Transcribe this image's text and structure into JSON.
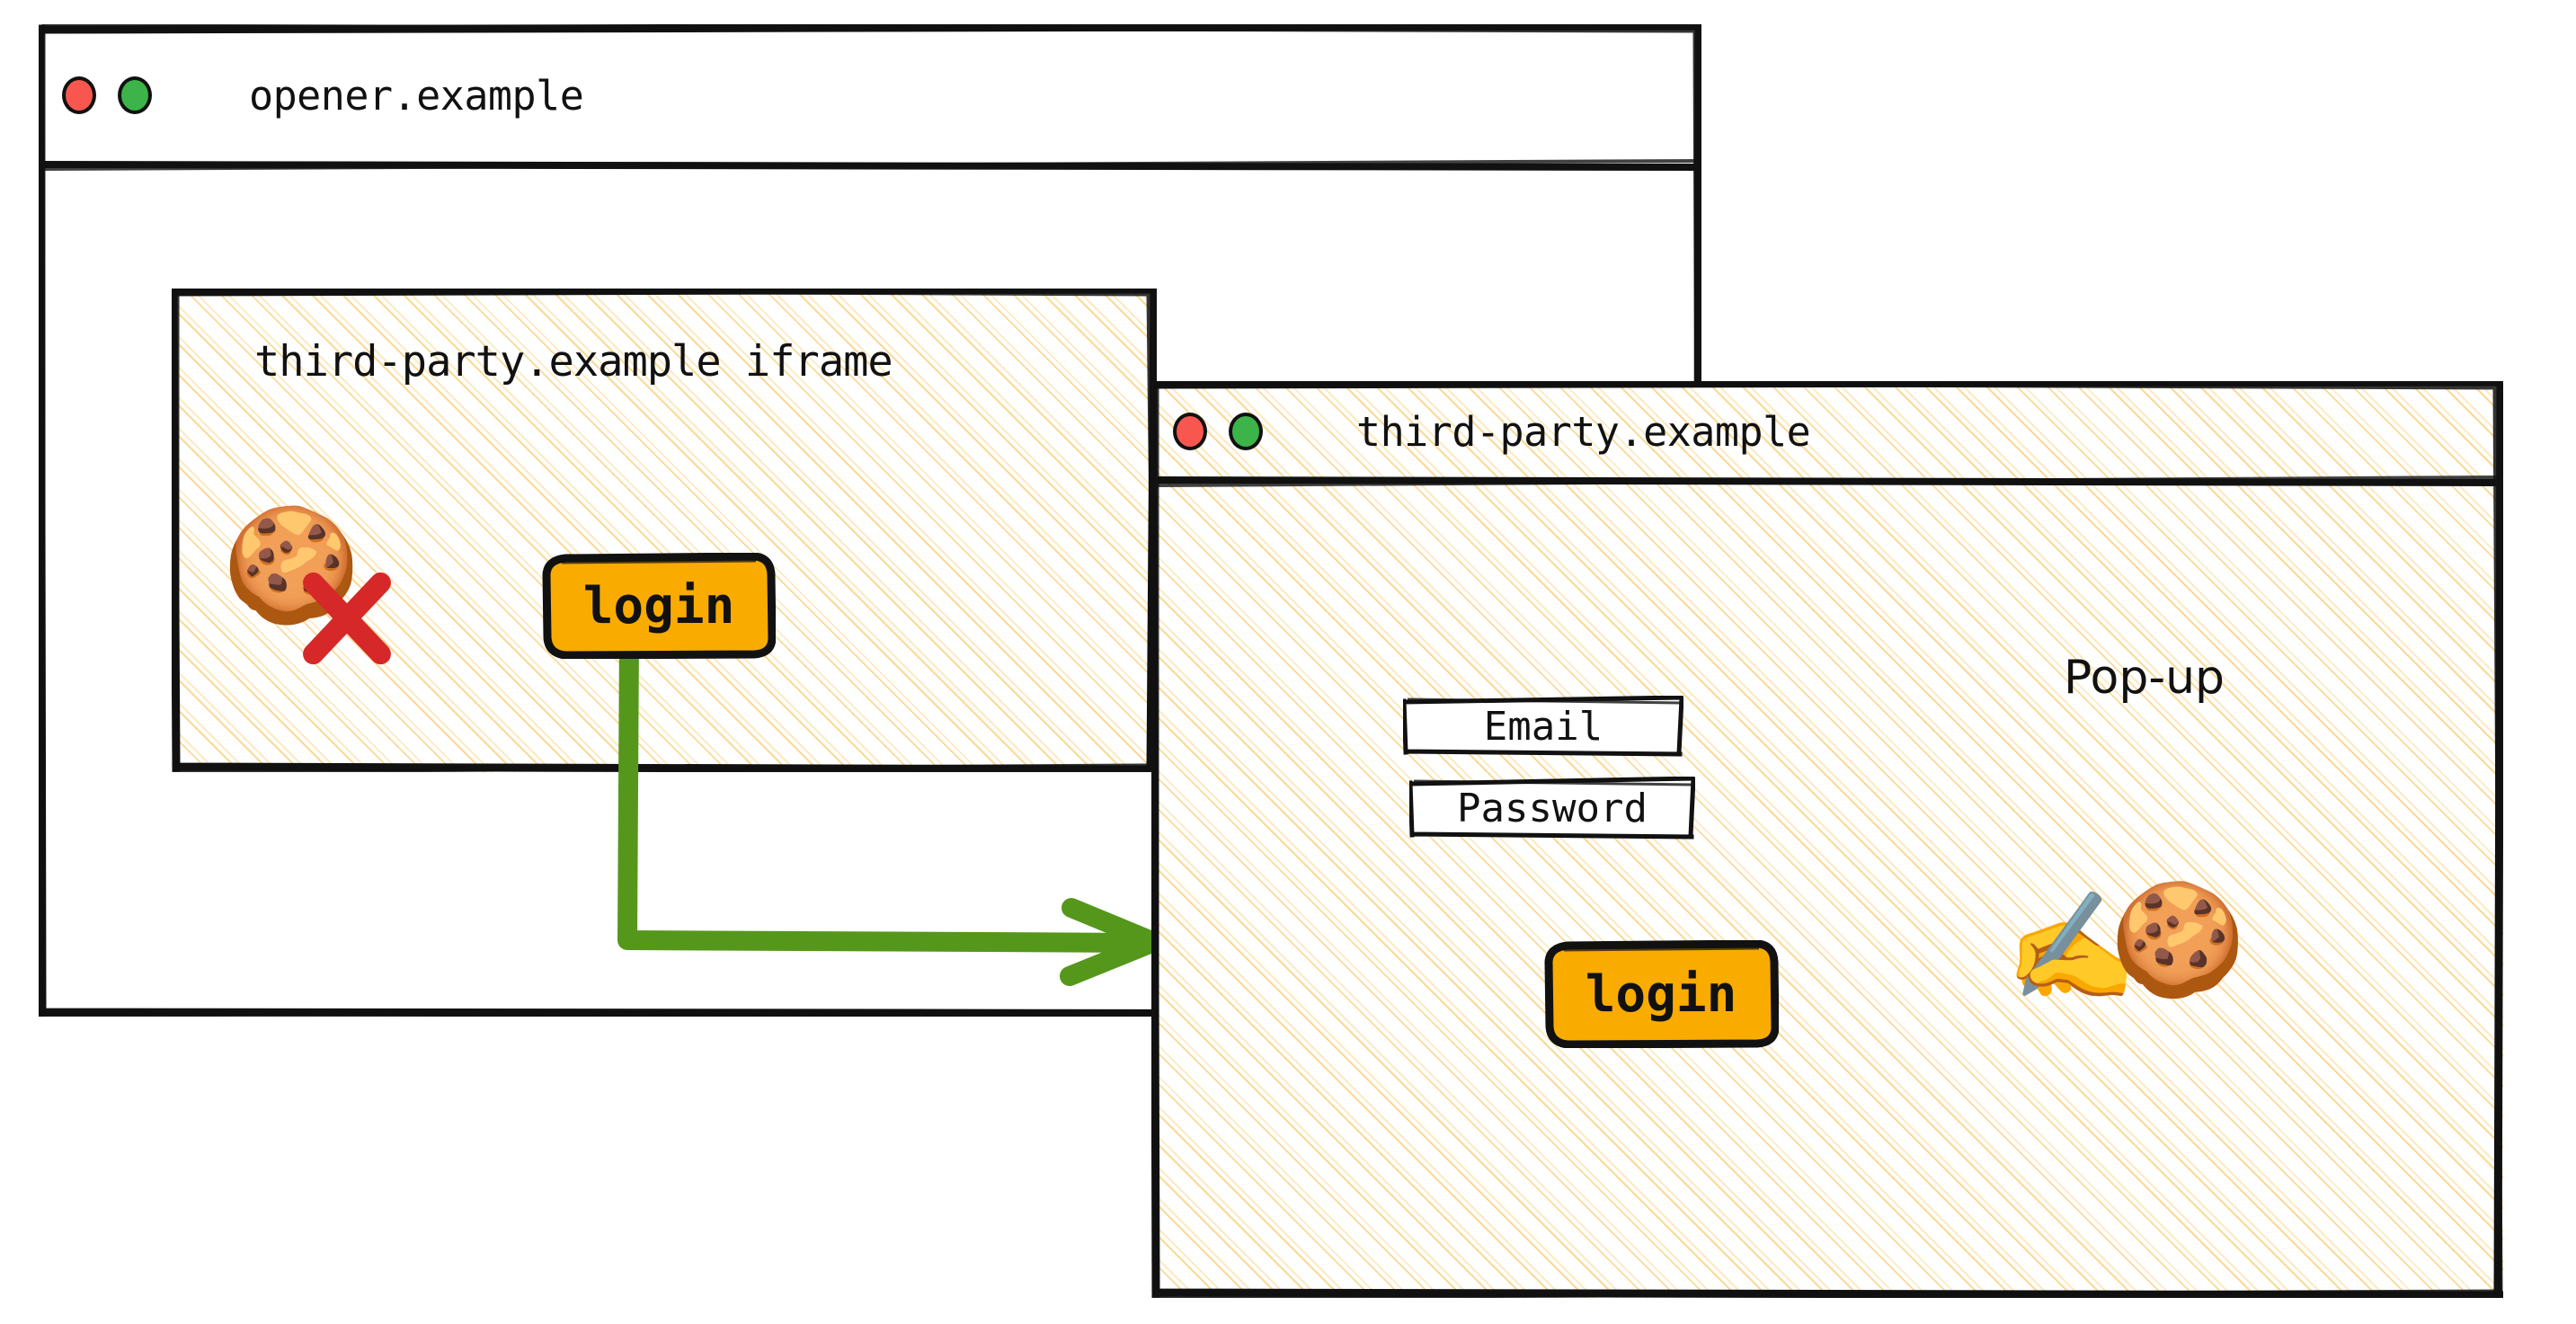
{
  "opener_window": {
    "title": "opener.example",
    "traffic_lights": [
      {
        "name": "close-dot",
        "color": "#F8574F"
      },
      {
        "name": "maximize-dot",
        "color": "#3CB44A"
      }
    ],
    "iframe": {
      "label": "third-party.example iframe",
      "cookie_icon": "🍪",
      "blocked_icon": "❌",
      "login_button": "login"
    }
  },
  "popup_window": {
    "title": "third-party.example",
    "annotation": "Pop-up",
    "traffic_lights": [
      {
        "name": "close-dot",
        "color": "#F8574F"
      },
      {
        "name": "maximize-dot",
        "color": "#3CB44A"
      }
    ],
    "fields": [
      {
        "name": "email-field",
        "label": "Email"
      },
      {
        "name": "password-field",
        "label": "Password"
      }
    ],
    "login_button": "login",
    "writing_hand_icon": "✍️",
    "cookie_icon": "🍪"
  },
  "flow_arrow": {
    "from": "iframe login button",
    "to": "third-party.example pop-up window",
    "color": "#55971B"
  },
  "colors": {
    "button_fill": "#F9AB00",
    "stroke": "#111111",
    "hatch": "#FACE78",
    "arrow_green": "#55971B",
    "cross_red": "#D62828",
    "window_bg": "#FFFFFF"
  }
}
